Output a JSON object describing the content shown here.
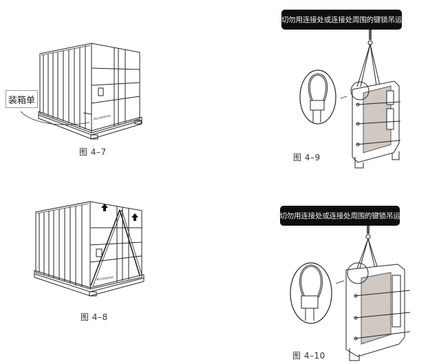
{
  "figures": [
    {
      "id": "fig-4-7",
      "caption": "图 4–7",
      "callout_label": "装箱单",
      "crate_brand": "Accessmo"
    },
    {
      "id": "fig-4-8",
      "caption": "图 4–8",
      "crate_brand": "Accessmo",
      "arrow_icons": [
        "up-arrow",
        "up-arrow"
      ]
    },
    {
      "id": "fig-4-9",
      "caption": "图 4–9",
      "warning_banner": "切勿用连接处或连接处周围的键锁吊运"
    },
    {
      "id": "fig-4-10",
      "caption": "图 4–10",
      "warning_banner": "切勿用连接处或连接处周围的键锁吊运"
    }
  ],
  "colors": {
    "banner_bg": "#0d0d0d",
    "banner_text": "#f2f2f2",
    "plate_fill": "#cfc8c3",
    "line": "#222222"
  }
}
